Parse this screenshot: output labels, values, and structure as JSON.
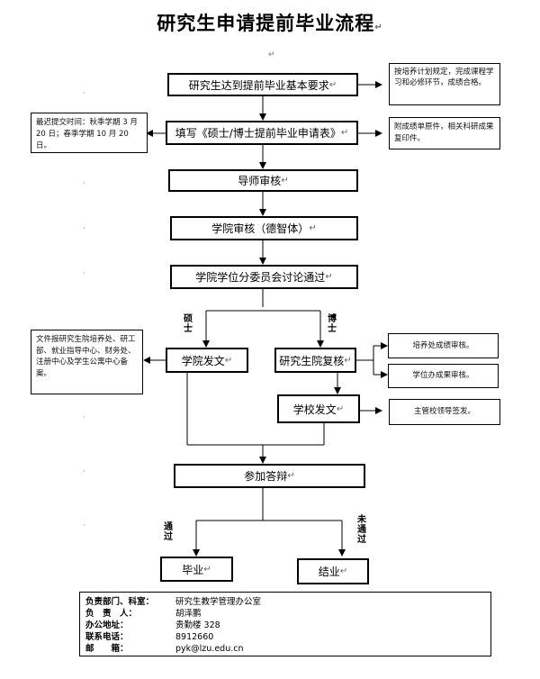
{
  "title": "研究生申请提前毕业流程",
  "paragraph_mark": "↵",
  "steps": {
    "s1": "研究生达到提前毕业基本要求",
    "s2": "填写《硕士/博士提前毕业申请表》",
    "s3": "导师审核",
    "s4": "学院审核（德智体）",
    "s5": "学院学位分委员会讨论通过",
    "s6": "学院发文",
    "s7": "研究生院复核",
    "s8": "学校发文",
    "s9": "参加答辩",
    "s10": "毕业",
    "s11": "结业"
  },
  "notes": {
    "n1": "按培养计划规定，完成课程学习和必修环节，成绩合格。",
    "n2": "最迟提交时间：秋季学期 3 月 20 日；春季学期 10 月 20 日。",
    "n3": "附成绩单原件，相关科研成果复印件。",
    "n4": "文件报研究生院培养处、研工部、就业指导中心、财务处、注册中心及学生公寓中心备案。",
    "n5": "培养处成绩审核。",
    "n6": "学位办成果审核。",
    "n7": "主管校领导签发。"
  },
  "branch_labels": {
    "master": "硕士",
    "doctor": "博士",
    "pass": "通过",
    "fail": "未通过"
  },
  "footer": {
    "dept_label": "负责部门、科室：",
    "dept_value": "研究生教学管理办公室",
    "person_label": "负　责　人：",
    "person_value": "胡泽鹏",
    "address_label": "办公地址：",
    "address_value": "贵勤楼 328",
    "phone_label": "联系电话：",
    "phone_value": "8912660",
    "email_label": "邮　　箱：",
    "email_value": "pyk@lzu.edu.cn"
  }
}
